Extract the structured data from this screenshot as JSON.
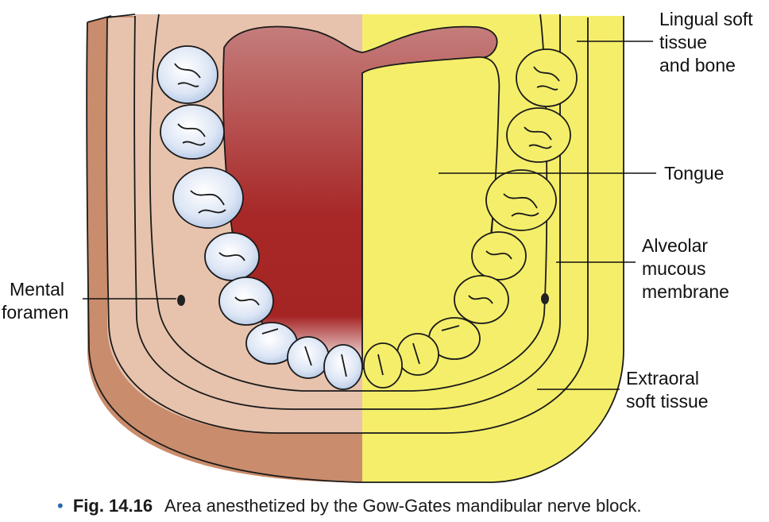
{
  "labels": {
    "lingual": [
      "Lingual soft",
      "tissue",
      "and bone"
    ],
    "tongue": "Tongue",
    "alveolar": [
      "Alveolar",
      "mucous",
      "membrane"
    ],
    "extraoral": [
      "Extraoral",
      "soft tissue"
    ],
    "mental": [
      "Mental",
      "foramen"
    ]
  },
  "caption": {
    "bullet": "•",
    "fig": "Fig. 14.16",
    "text": "Area anesthetized by the Gow-Gates mandibular nerve block."
  },
  "colors": {
    "jaw_outer": "#c98c6c",
    "jaw_inner": "#e7c3ad",
    "tongue_top": "#c07a78",
    "tongue_bottom": "#a32020",
    "highlight": "#f5ee6a",
    "tooth": "#e8eef8",
    "tooth_shade": "#a9bfe2",
    "caption_bullet": "#2a6aa8"
  }
}
